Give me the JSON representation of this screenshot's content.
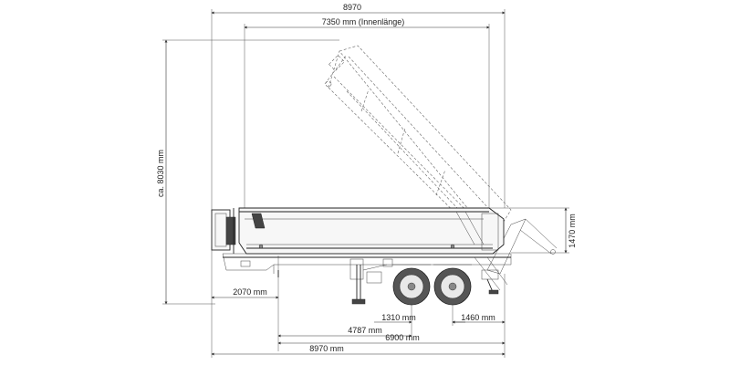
{
  "dimensions": {
    "overall_top": "8970",
    "inner_length": "7350 mm (Innenlänge)",
    "height_total": "ca. 8030 mm",
    "side_height": "1470 mm",
    "front_overhang": "2070 mm",
    "axle_spacing_front": "1310 mm",
    "rear_overhang": "1460 mm",
    "kingpin_to_axle": "4787 mm",
    "kingpin_to_rear": "6900 mm",
    "overall_bottom": "8970 mm"
  },
  "colors": {
    "line": "#222222",
    "tyre": "#555555"
  }
}
